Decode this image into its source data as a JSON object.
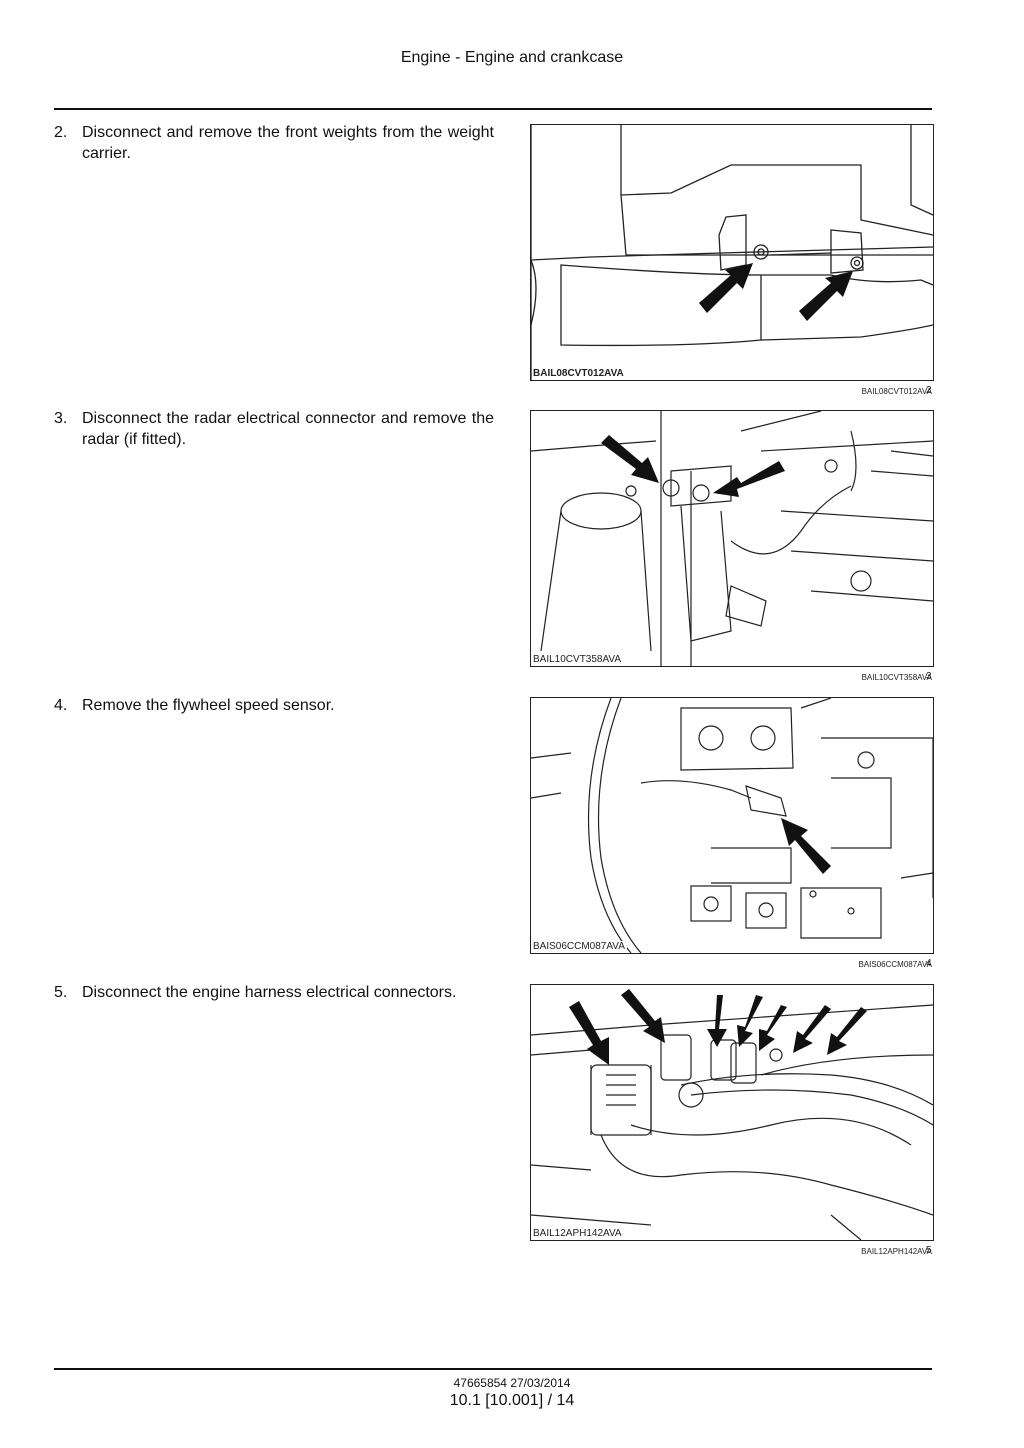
{
  "header": {
    "title": "Engine - Engine and crankcase"
  },
  "steps": [
    {
      "number": "2.",
      "text": "Disconnect and remove the front weights from the weight carrier.",
      "figure_code": "BAIL08CVT012AVA",
      "caption_code": "BAIL08CVT012AVA",
      "caption_number": "2"
    },
    {
      "number": "3.",
      "text": "Disconnect the radar electrical connector and remove the radar (if fitted).",
      "figure_code": "BAIL10CVT358AVA",
      "caption_code": "BAIL10CVT358AVA",
      "caption_number": "3"
    },
    {
      "number": "4.",
      "text": "Remove the flywheel speed sensor.",
      "figure_code": "BAIS06CCM087AVA",
      "caption_code": "BAIS06CCM087AVA",
      "caption_number": "4"
    },
    {
      "number": "5.",
      "text": "Disconnect the engine harness electrical connectors.",
      "figure_code": "BAIL12APH142AVA",
      "caption_code": "BAIL12APH142AVA",
      "caption_number": "5"
    }
  ],
  "footer": {
    "doc_ref": "47665854 27/03/2014",
    "page_ref": "10.1 [10.001] / 14"
  }
}
